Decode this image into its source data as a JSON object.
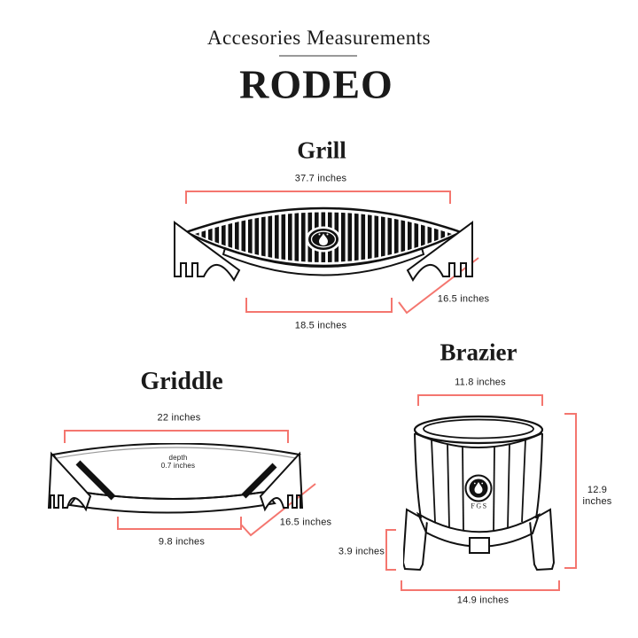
{
  "header": {
    "subtitle": "Accesories Measurements",
    "title": "RODEO"
  },
  "colors": {
    "accent": "#f4766f",
    "ink": "#1a1a1a"
  },
  "sections": {
    "grill": {
      "title": "Grill",
      "width_label": "37.7 inches",
      "front_label": "18.5 inches",
      "side_label": "16.5 inches",
      "icon": "flame-icon"
    },
    "griddle": {
      "title": "Griddle",
      "width_label": "22 inches",
      "depth_label_lines": [
        "depth",
        "0.7 inches"
      ],
      "front_label": "9.8 inches",
      "side_label": "16.5 inches"
    },
    "brazier": {
      "title": "Brazier",
      "top_label": "11.8 inches",
      "height_label_lines": [
        "12.9",
        "inches"
      ],
      "leg_label": "3.9 inches",
      "base_label": "14.9 inches",
      "logo_text": "FGS",
      "icon": "flame-icon"
    }
  }
}
